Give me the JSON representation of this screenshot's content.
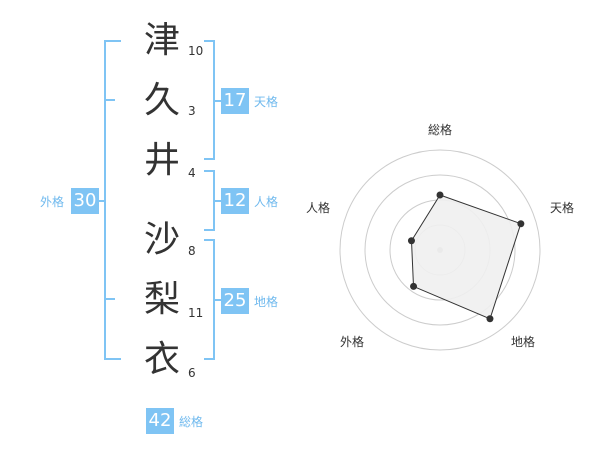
{
  "name_chars": [
    {
      "char": "津",
      "strokes": "10"
    },
    {
      "char": "久",
      "strokes": "3"
    },
    {
      "char": "井",
      "strokes": "4"
    },
    {
      "char": "沙",
      "strokes": "8"
    },
    {
      "char": "梨",
      "strokes": "11"
    },
    {
      "char": "衣",
      "strokes": "6"
    }
  ],
  "fortune": {
    "tenkaku": {
      "value": "17",
      "label": "天格"
    },
    "jinkaku": {
      "value": "12",
      "label": "人格"
    },
    "chikaku": {
      "value": "25",
      "label": "地格"
    },
    "gaikaku": {
      "value": "30",
      "label": "外格"
    },
    "soukaku": {
      "value": "42",
      "label": "総格"
    }
  },
  "chart_data": {
    "type": "radar",
    "axes": [
      "総格",
      "天格",
      "地格",
      "外格",
      "人格"
    ],
    "values": [
      0.55,
      0.85,
      0.85,
      0.45,
      0.3
    ],
    "rings": 4,
    "range": [
      0,
      1
    ],
    "colors": {
      "fill": "#f0f0f0",
      "line": "#333333",
      "ring": "#cccccc",
      "point": "#333333"
    }
  },
  "colors": {
    "accent": "#7fc4f4"
  }
}
